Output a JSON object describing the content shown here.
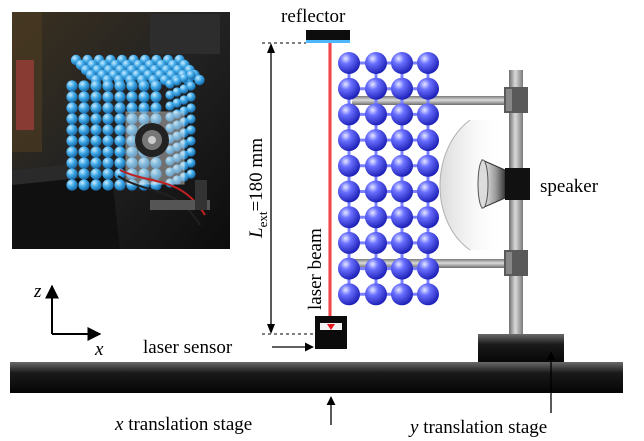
{
  "labels": {
    "reflector": "reflector",
    "length_symbol": "L",
    "length_subscript": "ext",
    "length_value": "=180 mm",
    "laser_beam": "laser beam",
    "speaker": "speaker",
    "laser_sensor": "laser sensor",
    "x_stage_var": "x",
    "x_stage_text": " translation stage",
    "y_stage_var": "y",
    "y_stage_text": " translation stage",
    "axis_z": "z",
    "axis_x": "x"
  },
  "colors": {
    "sphere": "#3a3ff0",
    "sphere_light": "#c8ccff",
    "beam": "#e8141c",
    "stage_dark": "#0a0a0a",
    "rod": "#9a9a9a",
    "clamp": "#555555",
    "photo_bg": "#1c1c1c",
    "photo_sphere": "#3fa9e8"
  },
  "inset_photo": {
    "description_icon": "photo-of-setup"
  }
}
